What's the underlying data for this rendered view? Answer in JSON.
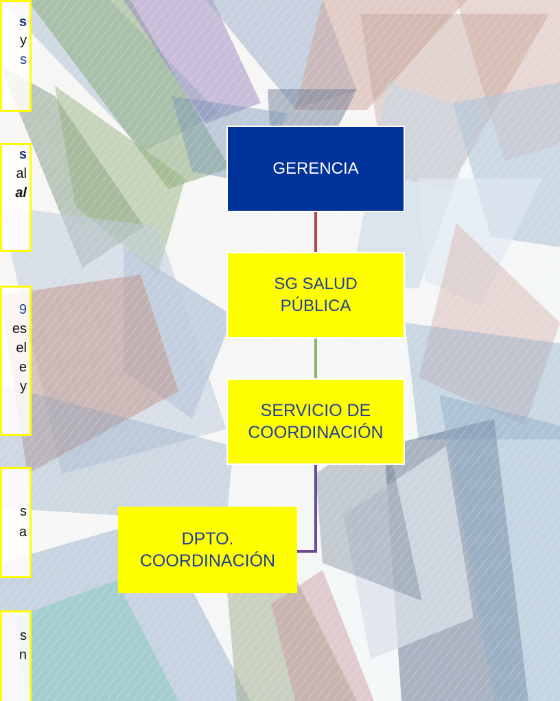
{
  "org_chart": {
    "gerencia": "GERENCIA",
    "sg_salud_line1": "SG SALUD",
    "sg_salud_line2": "PÚBLICA",
    "servicio_line1": "SERVICIO DE",
    "servicio_line2": "COORDINACIÓN",
    "dpto_line1": "DPTO.",
    "dpto_line2": "COORDINACIÓN"
  },
  "left_fragments": {
    "panel_1": [
      "s",
      "y",
      "s"
    ],
    "panel_2": [
      "s",
      "al",
      "al"
    ],
    "panel_3": [
      "9",
      "es",
      "el",
      "e",
      "y"
    ],
    "panel_4": [
      "s",
      "a"
    ],
    "panel_5": [
      "s",
      "n"
    ]
  },
  "colors": {
    "gerencia_fill": "#003399",
    "yellow_fill": "#ffff00",
    "blue_text": "#1f3f97",
    "red_connector": "#b84646",
    "green_connector": "#8fb36b",
    "purple_connector": "#6d4a96"
  }
}
